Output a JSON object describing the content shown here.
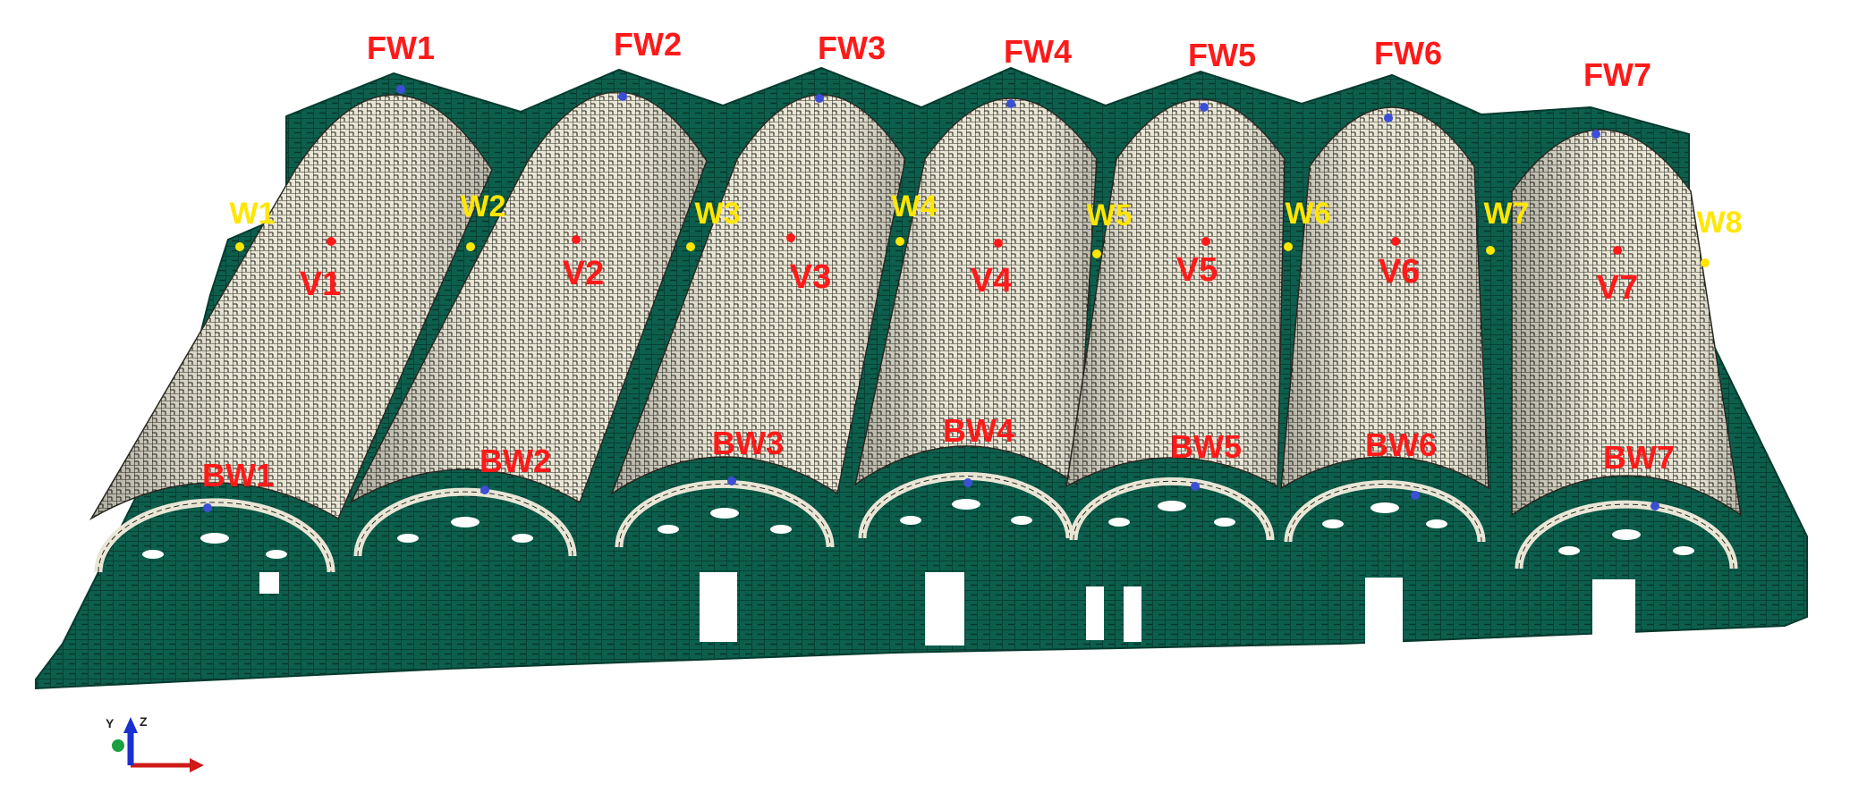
{
  "colors": {
    "mesh": "#0d5f4d",
    "mesh_dark": "#063a2e",
    "vault": "#e9e6d6",
    "vault_line": "#2a2a22",
    "red_label": "#ff1a1a",
    "yellow_label": "#ffe600",
    "blue_marker": "#3a4fd6",
    "axis_z": "#1a2fd0",
    "axis_x": "#d01a1a",
    "axis_y": "#1aa040"
  },
  "labels": {
    "front_walls": [
      "FW1",
      "FW2",
      "FW3",
      "FW4",
      "FW5",
      "FW6",
      "FW7"
    ],
    "back_walls": [
      "BW1",
      "BW2",
      "BW3",
      "BW4",
      "BW5",
      "BW6",
      "BW7"
    ],
    "vaults": [
      "V1",
      "V2",
      "V3",
      "V4",
      "V5",
      "V6",
      "V7"
    ],
    "walls": [
      "W1",
      "W2",
      "W3",
      "W4",
      "W5",
      "W6",
      "W7",
      "W8"
    ]
  },
  "axes": {
    "z": "Z",
    "y": "Y"
  }
}
